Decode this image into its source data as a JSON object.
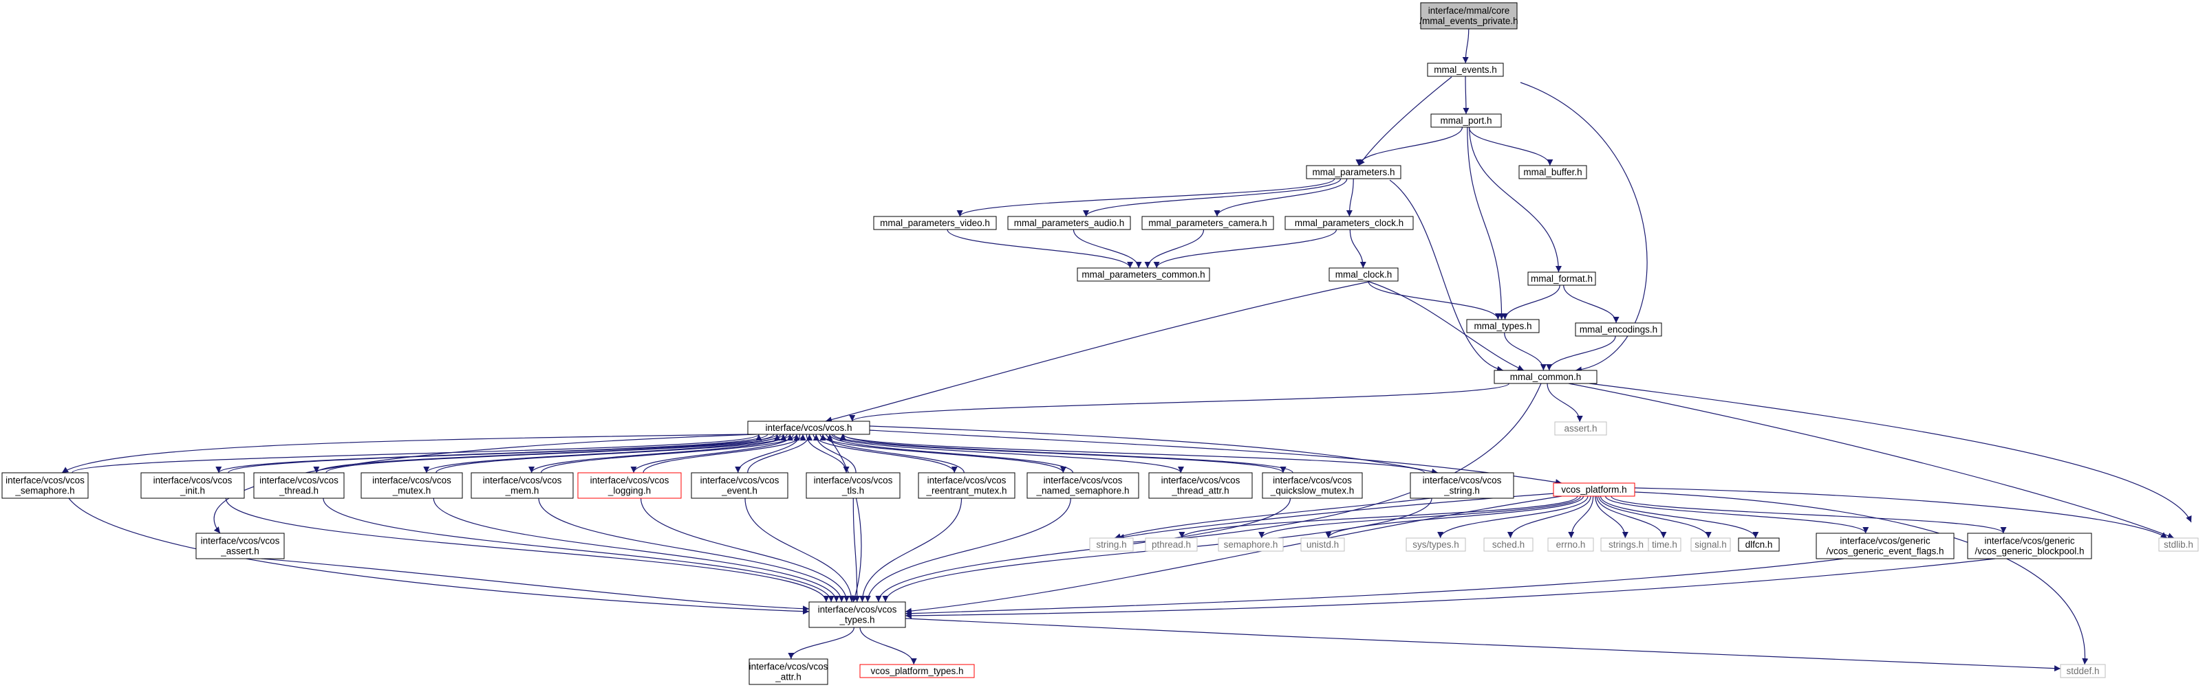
{
  "diagram": {
    "type": "doxygen-include-graph",
    "colors": {
      "edge": "#191970",
      "node_border": "#000000",
      "node_border_truncated": "#ff0000",
      "node_border_external": "#bfbfbf",
      "node_fill": "#ffffff",
      "root_fill": "#bfbfbf",
      "text": "#000000",
      "text_external": "#707070"
    },
    "nodes": [
      {
        "id": "root",
        "lines": [
          "interface/mmal/core",
          "/mmal_events_private.h"
        ],
        "style": "root"
      },
      {
        "id": "mmal_events",
        "lines": [
          "mmal_events.h"
        ],
        "style": "normal"
      },
      {
        "id": "mmal_port",
        "lines": [
          "mmal_port.h"
        ],
        "style": "normal"
      },
      {
        "id": "mmal_parameters",
        "lines": [
          "mmal_parameters.h"
        ],
        "style": "normal"
      },
      {
        "id": "mmal_buffer",
        "lines": [
          "mmal_buffer.h"
        ],
        "style": "normal"
      },
      {
        "id": "mmal_parameters_video",
        "lines": [
          "mmal_parameters_video.h"
        ],
        "style": "normal"
      },
      {
        "id": "mmal_parameters_audio",
        "lines": [
          "mmal_parameters_audio.h"
        ],
        "style": "normal"
      },
      {
        "id": "mmal_parameters_camera",
        "lines": [
          "mmal_parameters_camera.h"
        ],
        "style": "normal"
      },
      {
        "id": "mmal_parameters_clock",
        "lines": [
          "mmal_parameters_clock.h"
        ],
        "style": "normal"
      },
      {
        "id": "mmal_parameters_common",
        "lines": [
          "mmal_parameters_common.h"
        ],
        "style": "normal"
      },
      {
        "id": "mmal_clock",
        "lines": [
          "mmal_clock.h"
        ],
        "style": "normal"
      },
      {
        "id": "mmal_format",
        "lines": [
          "mmal_format.h"
        ],
        "style": "normal"
      },
      {
        "id": "mmal_types",
        "lines": [
          "mmal_types.h"
        ],
        "style": "normal"
      },
      {
        "id": "mmal_encodings",
        "lines": [
          "mmal_encodings.h"
        ],
        "style": "normal"
      },
      {
        "id": "mmal_common",
        "lines": [
          "mmal_common.h"
        ],
        "style": "normal"
      },
      {
        "id": "assert",
        "lines": [
          "assert.h"
        ],
        "style": "external"
      },
      {
        "id": "vcos",
        "lines": [
          "interface/vcos/vcos.h"
        ],
        "style": "normal"
      },
      {
        "id": "vcos_semaphore",
        "lines": [
          "interface/vcos/vcos",
          "_semaphore.h"
        ],
        "style": "normal"
      },
      {
        "id": "vcos_init",
        "lines": [
          "interface/vcos/vcos",
          "_init.h"
        ],
        "style": "normal"
      },
      {
        "id": "vcos_thread",
        "lines": [
          "interface/vcos/vcos",
          "_thread.h"
        ],
        "style": "normal"
      },
      {
        "id": "vcos_mutex",
        "lines": [
          "interface/vcos/vcos",
          "_mutex.h"
        ],
        "style": "normal"
      },
      {
        "id": "vcos_mem",
        "lines": [
          "interface/vcos/vcos",
          "_mem.h"
        ],
        "style": "normal"
      },
      {
        "id": "vcos_logging",
        "lines": [
          "interface/vcos/vcos",
          "_logging.h"
        ],
        "style": "truncated"
      },
      {
        "id": "vcos_event",
        "lines": [
          "interface/vcos/vcos",
          "_event.h"
        ],
        "style": "normal"
      },
      {
        "id": "vcos_tls",
        "lines": [
          "interface/vcos/vcos",
          "_tls.h"
        ],
        "style": "normal"
      },
      {
        "id": "vcos_reentrant_mutex",
        "lines": [
          "interface/vcos/vcos",
          "_reentrant_mutex.h"
        ],
        "style": "normal"
      },
      {
        "id": "vcos_named_semaphore",
        "lines": [
          "interface/vcos/vcos",
          "_named_semaphore.h"
        ],
        "style": "normal"
      },
      {
        "id": "vcos_thread_attr",
        "lines": [
          "interface/vcos/vcos",
          "_thread_attr.h"
        ],
        "style": "normal"
      },
      {
        "id": "vcos_quickslow_mutex",
        "lines": [
          "interface/vcos/vcos",
          "_quickslow_mutex.h"
        ],
        "style": "normal"
      },
      {
        "id": "vcos_string",
        "lines": [
          "interface/vcos/vcos",
          "_string.h"
        ],
        "style": "normal"
      },
      {
        "id": "vcos_platform",
        "lines": [
          "vcos_platform.h"
        ],
        "style": "truncated"
      },
      {
        "id": "vcos_assert",
        "lines": [
          "interface/vcos/vcos",
          "_assert.h"
        ],
        "style": "normal"
      },
      {
        "id": "string_h",
        "lines": [
          "string.h"
        ],
        "style": "external"
      },
      {
        "id": "pthread_h",
        "lines": [
          "pthread.h"
        ],
        "style": "external"
      },
      {
        "id": "semaphore_h",
        "lines": [
          "semaphore.h"
        ],
        "style": "external"
      },
      {
        "id": "unistd_h",
        "lines": [
          "unistd.h"
        ],
        "style": "external"
      },
      {
        "id": "sys_types_h",
        "lines": [
          "sys/types.h"
        ],
        "style": "external"
      },
      {
        "id": "sched_h",
        "lines": [
          "sched.h"
        ],
        "style": "external"
      },
      {
        "id": "errno_h",
        "lines": [
          "errno.h"
        ],
        "style": "external"
      },
      {
        "id": "strings_h",
        "lines": [
          "strings.h"
        ],
        "style": "external"
      },
      {
        "id": "time_h",
        "lines": [
          "time.h"
        ],
        "style": "external"
      },
      {
        "id": "signal_h",
        "lines": [
          "signal.h"
        ],
        "style": "external"
      },
      {
        "id": "dlfcn_h",
        "lines": [
          "dlfcn.h"
        ],
        "style": "normal"
      },
      {
        "id": "vcos_generic_event_flags",
        "lines": [
          "interface/vcos/generic",
          "/vcos_generic_event_flags.h"
        ],
        "style": "normal"
      },
      {
        "id": "vcos_generic_blockpool",
        "lines": [
          "interface/vcos/generic",
          "/vcos_generic_blockpool.h"
        ],
        "style": "normal"
      },
      {
        "id": "stdlib_h",
        "lines": [
          "stdlib.h"
        ],
        "style": "external"
      },
      {
        "id": "vcos_types",
        "lines": [
          "interface/vcos/vcos",
          "_types.h"
        ],
        "style": "normal"
      },
      {
        "id": "vcos_attr",
        "lines": [
          "interface/vcos/vcos",
          "_attr.h"
        ],
        "style": "normal"
      },
      {
        "id": "vcos_platform_types",
        "lines": [
          "vcos_platform_types.h"
        ],
        "style": "truncated"
      },
      {
        "id": "stddef_h",
        "lines": [
          "stddef.h"
        ],
        "style": "external"
      }
    ],
    "edges": [
      [
        "root",
        "mmal_events"
      ],
      [
        "mmal_events",
        "mmal_port"
      ],
      [
        "mmal_events",
        "mmal_parameters"
      ],
      [
        "mmal_events",
        "mmal_common"
      ],
      [
        "mmal_port",
        "mmal_parameters"
      ],
      [
        "mmal_port",
        "mmal_buffer"
      ],
      [
        "mmal_port",
        "mmal_types"
      ],
      [
        "mmal_port",
        "mmal_format"
      ],
      [
        "mmal_parameters",
        "mmal_parameters_video"
      ],
      [
        "mmal_parameters",
        "mmal_parameters_audio"
      ],
      [
        "mmal_parameters",
        "mmal_parameters_camera"
      ],
      [
        "mmal_parameters",
        "mmal_parameters_clock"
      ],
      [
        "mmal_parameters",
        "mmal_common"
      ],
      [
        "mmal_parameters_video",
        "mmal_parameters_common"
      ],
      [
        "mmal_parameters_audio",
        "mmal_parameters_common"
      ],
      [
        "mmal_parameters_camera",
        "mmal_parameters_common"
      ],
      [
        "mmal_parameters_clock",
        "mmal_parameters_common"
      ],
      [
        "mmal_parameters_clock",
        "mmal_clock"
      ],
      [
        "mmal_clock",
        "mmal_types"
      ],
      [
        "mmal_clock",
        "mmal_common"
      ],
      [
        "mmal_clock",
        "vcos"
      ],
      [
        "mmal_format",
        "mmal_types"
      ],
      [
        "mmal_format",
        "mmal_encodings"
      ],
      [
        "mmal_types",
        "mmal_common"
      ],
      [
        "mmal_encodings",
        "mmal_common"
      ],
      [
        "mmal_common",
        "vcos"
      ],
      [
        "mmal_common",
        "assert"
      ],
      [
        "mmal_common",
        "string_h"
      ],
      [
        "mmal_common",
        "stdlib_h"
      ],
      [
        "mmal_common",
        "stddef_h"
      ],
      [
        "vcos",
        "vcos_semaphore"
      ],
      [
        "vcos",
        "vcos_init"
      ],
      [
        "vcos",
        "vcos_thread"
      ],
      [
        "vcos",
        "vcos_mutex"
      ],
      [
        "vcos",
        "vcos_mem"
      ],
      [
        "vcos",
        "vcos_logging"
      ],
      [
        "vcos",
        "vcos_event"
      ],
      [
        "vcos",
        "vcos_tls"
      ],
      [
        "vcos",
        "vcos_reentrant_mutex"
      ],
      [
        "vcos",
        "vcos_named_semaphore"
      ],
      [
        "vcos",
        "vcos_thread_attr"
      ],
      [
        "vcos",
        "vcos_quickslow_mutex"
      ],
      [
        "vcos",
        "vcos_string"
      ],
      [
        "vcos",
        "vcos_platform"
      ],
      [
        "vcos",
        "vcos_assert"
      ],
      [
        "vcos",
        "vcos_types"
      ],
      [
        "vcos_semaphore",
        "vcos"
      ],
      [
        "vcos_init",
        "vcos"
      ],
      [
        "vcos_thread",
        "vcos"
      ],
      [
        "vcos_mutex",
        "vcos"
      ],
      [
        "vcos_mem",
        "vcos"
      ],
      [
        "vcos_logging",
        "vcos"
      ],
      [
        "vcos_event",
        "vcos"
      ],
      [
        "vcos_tls",
        "vcos"
      ],
      [
        "vcos_reentrant_mutex",
        "vcos"
      ],
      [
        "vcos_named_semaphore",
        "vcos"
      ],
      [
        "vcos_quickslow_mutex",
        "vcos"
      ],
      [
        "vcos_string",
        "vcos"
      ],
      [
        "vcos_semaphore",
        "vcos_types"
      ],
      [
        "vcos_init",
        "vcos_types"
      ],
      [
        "vcos_thread",
        "vcos_types"
      ],
      [
        "vcos_mutex",
        "vcos_types"
      ],
      [
        "vcos_mem",
        "vcos_types"
      ],
      [
        "vcos_logging",
        "vcos_types"
      ],
      [
        "vcos_event",
        "vcos_types"
      ],
      [
        "vcos_tls",
        "vcos_types"
      ],
      [
        "vcos_reentrant_mutex",
        "vcos_types"
      ],
      [
        "vcos_named_semaphore",
        "vcos_types"
      ],
      [
        "vcos_quickslow_mutex",
        "vcos_types"
      ],
      [
        "vcos_string",
        "vcos_types"
      ],
      [
        "vcos_string",
        "string_h"
      ],
      [
        "vcos_assert",
        "vcos_types"
      ],
      [
        "vcos_platform",
        "string_h"
      ],
      [
        "vcos_platform",
        "pthread_h"
      ],
      [
        "vcos_platform",
        "semaphore_h"
      ],
      [
        "vcos_platform",
        "unistd_h"
      ],
      [
        "vcos_platform",
        "sys_types_h"
      ],
      [
        "vcos_platform",
        "sched_h"
      ],
      [
        "vcos_platform",
        "errno_h"
      ],
      [
        "vcos_platform",
        "strings_h"
      ],
      [
        "vcos_platform",
        "time_h"
      ],
      [
        "vcos_platform",
        "signal_h"
      ],
      [
        "vcos_platform",
        "dlfcn_h"
      ],
      [
        "vcos_platform",
        "vcos_generic_event_flags"
      ],
      [
        "vcos_platform",
        "vcos_generic_blockpool"
      ],
      [
        "vcos_platform",
        "stdlib_h"
      ],
      [
        "vcos_platform",
        "stddef_h"
      ],
      [
        "vcos_platform",
        "vcos_types"
      ],
      [
        "vcos_generic_event_flags",
        "vcos_types"
      ],
      [
        "vcos_generic_blockpool",
        "vcos_types"
      ],
      [
        "vcos_types",
        "vcos_attr"
      ],
      [
        "vcos_types",
        "vcos_platform_types"
      ],
      [
        "vcos_types",
        "stddef_h"
      ]
    ]
  }
}
